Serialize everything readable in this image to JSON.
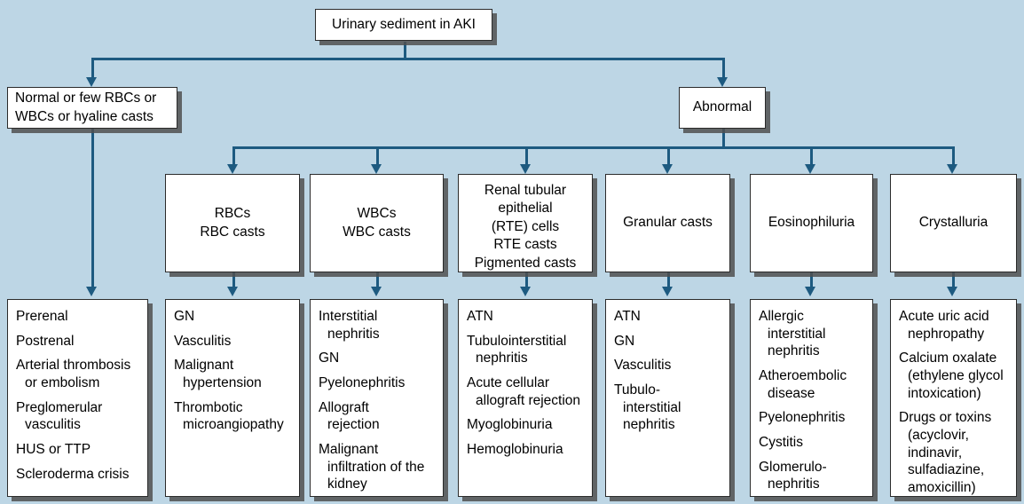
{
  "diagram": {
    "title": "Urinary sediment in AKI",
    "background_color": "#bdd6e5",
    "line_color": "#1d5a80",
    "box_fill": "#ffffff",
    "root": "Urinary sediment in AKI",
    "branch_normal": "Normal or few RBCs or\nWBCs or hyaline casts",
    "branch_normal_line1": "Normal or few RBCs or",
    "branch_normal_line2": "WBCs or hyaline casts",
    "branch_abnormal": "Abnormal"
  },
  "categories": [
    {
      "id": "rbcs",
      "lines": [
        "RBCs",
        "RBC casts"
      ]
    },
    {
      "id": "wbcs",
      "lines": [
        "WBCs",
        "WBC casts"
      ]
    },
    {
      "id": "rte",
      "lines": [
        "Renal tubular",
        "epithelial",
        "(RTE) cells",
        "RTE casts",
        "Pigmented casts"
      ]
    },
    {
      "id": "granular",
      "lines": [
        "Granular casts"
      ]
    },
    {
      "id": "eosino",
      "lines": [
        "Eosinophiluria"
      ]
    },
    {
      "id": "crystal",
      "lines": [
        "Crystalluria"
      ]
    }
  ],
  "findings": [
    {
      "id": "normal-findings",
      "items": [
        {
          "first": "Prerenal",
          "cont": []
        },
        {
          "first": "Postrenal",
          "cont": []
        },
        {
          "first": "Arterial thrombosis",
          "cont": [
            "or embolism"
          ]
        },
        {
          "first": "Preglomerular",
          "cont": [
            "vasculitis"
          ]
        },
        {
          "first": "HUS or TTP",
          "cont": []
        },
        {
          "first": "Scleroderma crisis",
          "cont": []
        }
      ]
    },
    {
      "id": "rbcs-findings",
      "items": [
        {
          "first": "GN",
          "cont": []
        },
        {
          "first": "Vasculitis",
          "cont": []
        },
        {
          "first": "Malignant",
          "cont": [
            "hypertension"
          ]
        },
        {
          "first": "Thrombotic",
          "cont": [
            "microangiopathy"
          ]
        }
      ]
    },
    {
      "id": "wbcs-findings",
      "items": [
        {
          "first": "Interstitial",
          "cont": [
            "nephritis"
          ]
        },
        {
          "first": "GN",
          "cont": []
        },
        {
          "first": "Pyelonephritis",
          "cont": []
        },
        {
          "first": "Allograft",
          "cont": [
            "rejection"
          ]
        },
        {
          "first": "Malignant",
          "cont": [
            "infiltration of the",
            "kidney"
          ]
        }
      ]
    },
    {
      "id": "rte-findings",
      "items": [
        {
          "first": "ATN",
          "cont": []
        },
        {
          "first": "Tubulointerstitial",
          "cont": [
            "nephritis"
          ]
        },
        {
          "first": "Acute cellular",
          "cont": [
            "allograft rejection"
          ]
        },
        {
          "first": "Myoglobinuria",
          "cont": []
        },
        {
          "first": "Hemoglobinuria",
          "cont": []
        }
      ]
    },
    {
      "id": "granular-findings",
      "items": [
        {
          "first": "ATN",
          "cont": []
        },
        {
          "first": "GN",
          "cont": []
        },
        {
          "first": "Vasculitis",
          "cont": []
        },
        {
          "first": "Tubulo-",
          "cont": [
            "interstitial",
            "nephritis"
          ]
        }
      ]
    },
    {
      "id": "eosino-findings",
      "items": [
        {
          "first": "Allergic",
          "cont": [
            "interstitial",
            "nephritis"
          ]
        },
        {
          "first": "Atheroembolic",
          "cont": [
            "disease"
          ]
        },
        {
          "first": "Pyelonephritis",
          "cont": []
        },
        {
          "first": "Cystitis",
          "cont": []
        },
        {
          "first": "Glomerulo-",
          "cont": [
            "nephritis"
          ]
        }
      ]
    },
    {
      "id": "crystal-findings",
      "items": [
        {
          "first": "Acute uric acid",
          "cont": [
            "nephropathy"
          ]
        },
        {
          "first": "Calcium oxalate",
          "cont": [
            "(ethylene glycol",
            "intoxication)"
          ]
        },
        {
          "first": "Drugs or toxins",
          "cont": [
            "(acyclovir,",
            "indinavir,",
            "sulfadiazine,",
            "amoxicillin)"
          ]
        }
      ]
    }
  ]
}
